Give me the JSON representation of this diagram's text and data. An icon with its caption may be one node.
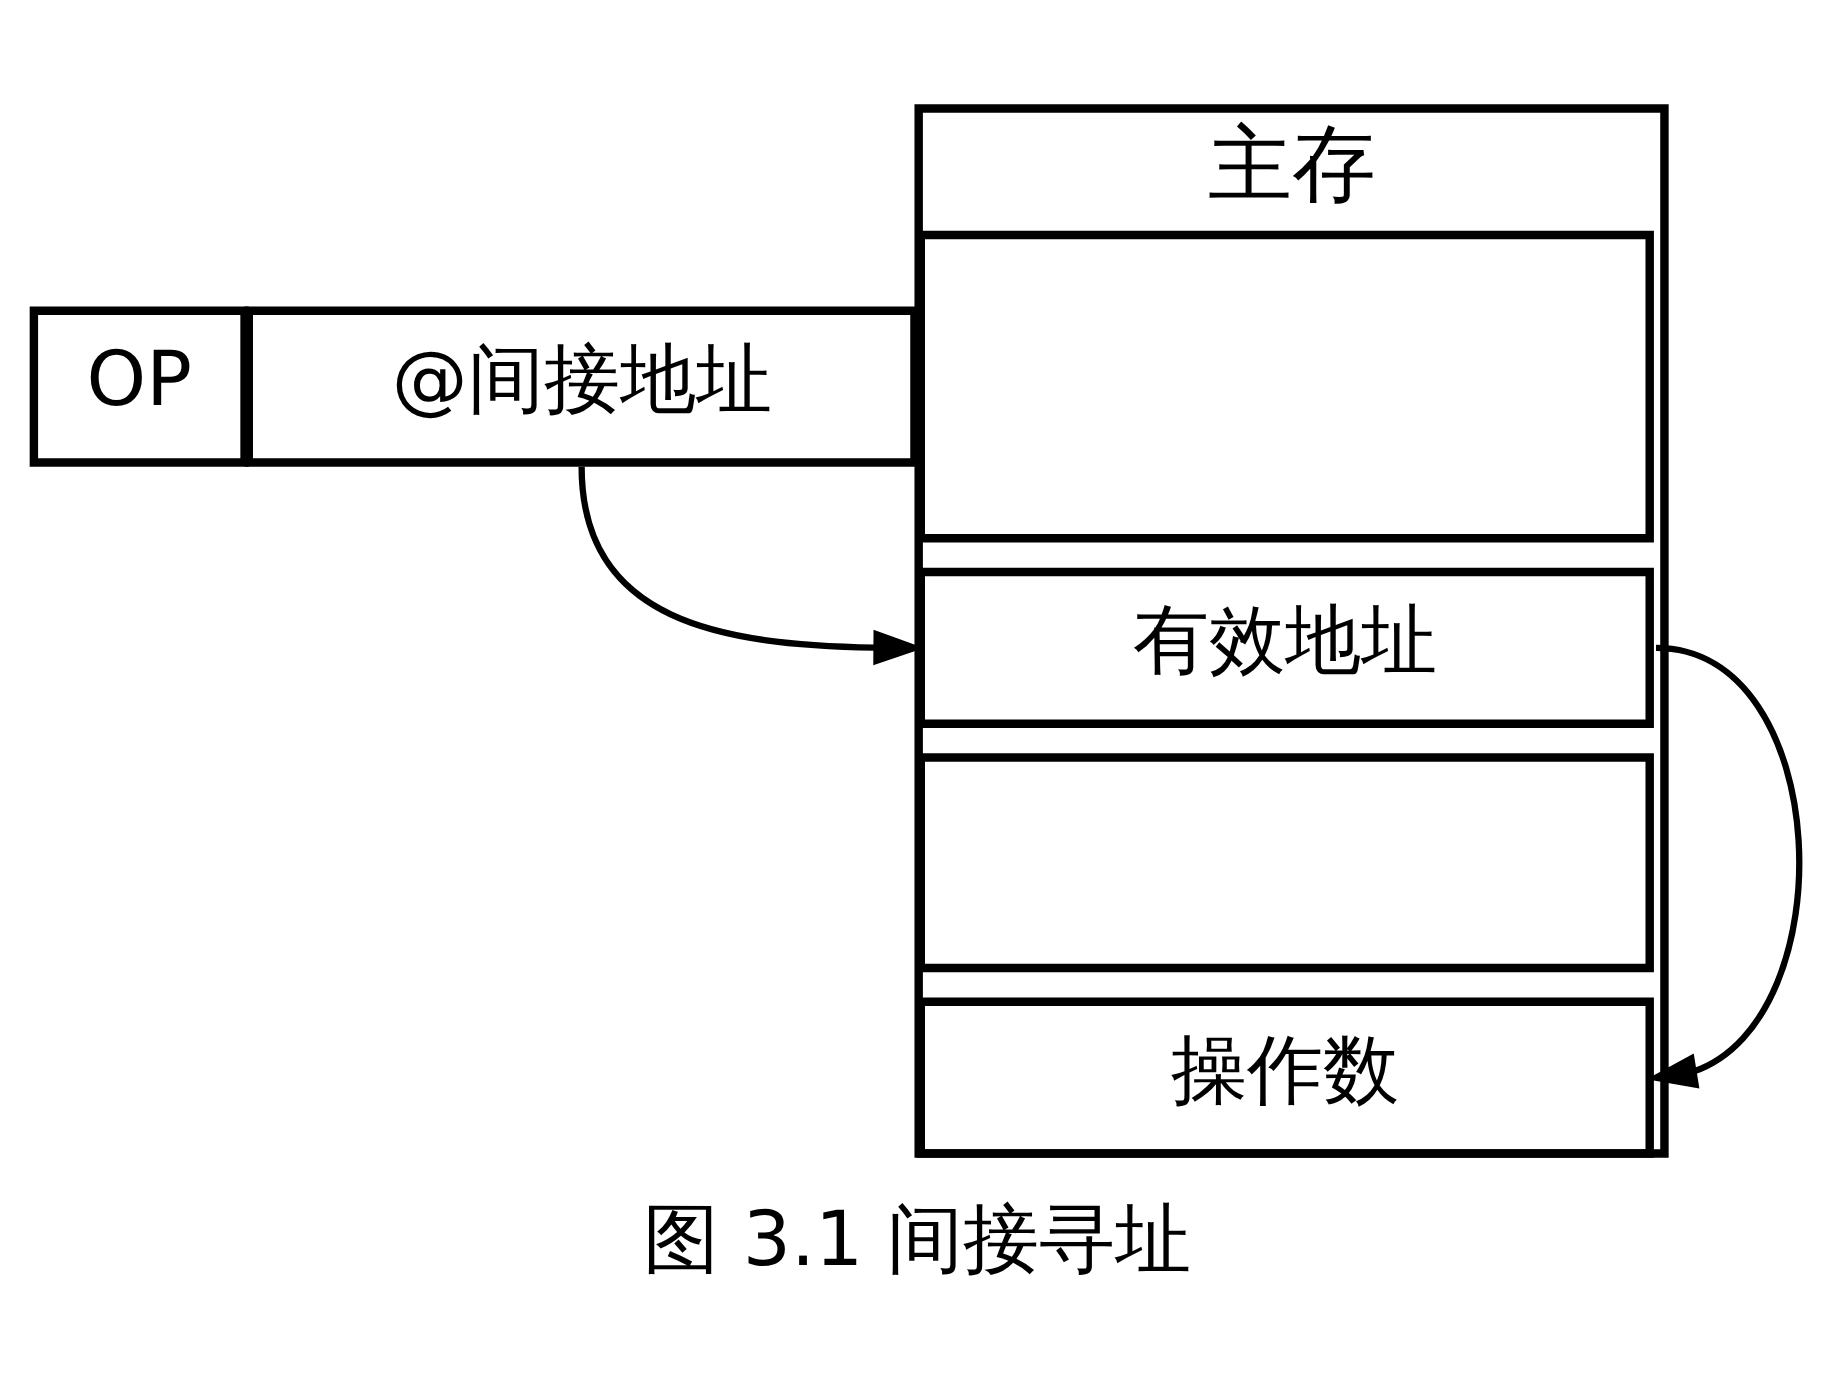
{
  "diagram": {
    "caption": "图 3.1 间接寻址",
    "nodes": [
      {
        "text": [
          "OP"
        ]
      },
      {
        "text": [
          "@间接地址"
        ]
      },
      {
        "text": [
          "主存"
        ]
      },
      {
        "text": [],
        "shape": "box",
        "in": 2
      },
      {
        "text": [
          "有效地址"
        ],
        "in": 2
      },
      {
        "text": [],
        "shape": "box",
        "in": 2
      },
      {
        "text": [
          "操作数"
        ],
        "in": 2
      }
    ],
    "edges": [
      {
        "from": 1,
        "to": 4,
        "arrow": "to"
      },
      {
        "from": 4,
        "to": 6,
        "arrow": "to"
      }
    ]
  }
}
